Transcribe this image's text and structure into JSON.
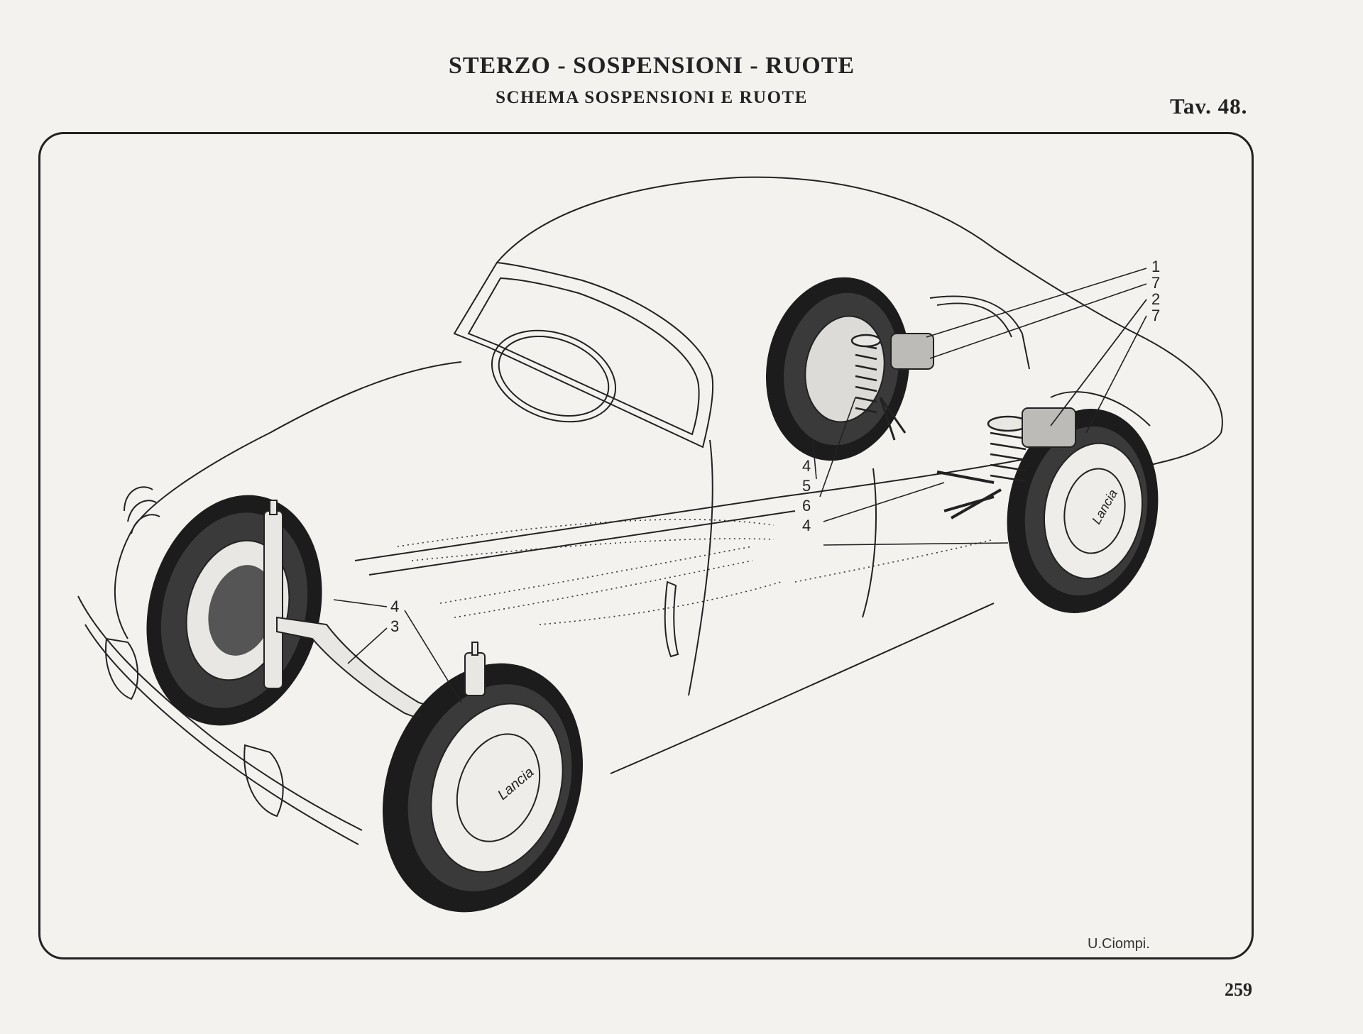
{
  "header": {
    "title": "STERZO - SOSPENSIONI - RUOTE",
    "subtitle": "SCHEMA SOSPENSIONI E RUOTE",
    "plate": "Tav. 48."
  },
  "diagram": {
    "callouts": {
      "front_4": "4",
      "front_3": "3",
      "mid_4a": "4",
      "mid_5": "5",
      "mid_6": "6",
      "mid_4b": "4",
      "rear_1": "1",
      "rear_7a": "7",
      "rear_2": "2",
      "rear_7b": "7"
    },
    "hub_logo": "Lancia",
    "signature": "U.Ciompi."
  },
  "footer": {
    "page_number": "259"
  }
}
